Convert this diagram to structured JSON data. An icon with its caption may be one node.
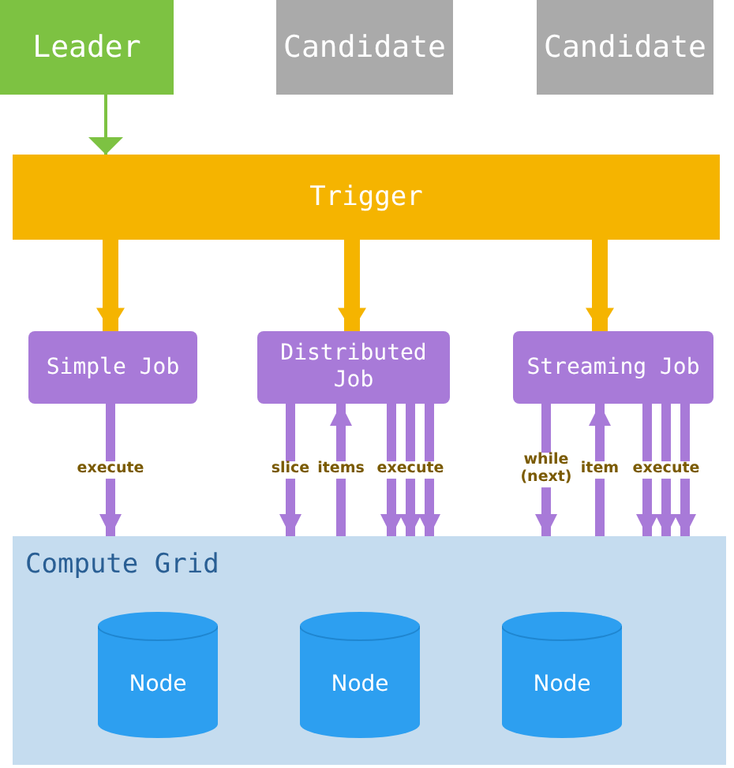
{
  "diagram": {
    "nodes": [
      {
        "text": [
          "Leader"
        ]
      },
      {
        "text": [
          "Candidate"
        ]
      },
      {
        "text": [
          "Candidate"
        ]
      },
      {
        "text": [
          "Trigger"
        ]
      },
      {
        "text": [
          "Simple Job"
        ]
      },
      {
        "text": [
          "Distributed Job"
        ]
      },
      {
        "text": [
          "Streaming Job"
        ]
      },
      {
        "text": [
          "Compute Grid"
        ]
      },
      {
        "text": [
          "Node"
        ],
        "in": 7
      },
      {
        "text": [
          "Node"
        ],
        "in": 7
      },
      {
        "text": [
          "Node"
        ],
        "in": 7
      }
    ],
    "edges": [
      {
        "from": 0,
        "to": 3,
        "arrow": "to",
        "color": "#7dc242"
      },
      {
        "from": 3,
        "to": 4,
        "arrow": "to",
        "color": "#f5b400"
      },
      {
        "from": 3,
        "to": 5,
        "arrow": "to",
        "color": "#f5b400"
      },
      {
        "from": 3,
        "to": 6,
        "arrow": "to",
        "color": "#f5b400"
      },
      {
        "from": 4,
        "to": 7,
        "arrow": "to",
        "label": "execute"
      },
      {
        "from": 5,
        "to": 7,
        "arrow": "to",
        "label": "slice"
      },
      {
        "from": 7,
        "to": 5,
        "arrow": "to",
        "label": "items"
      },
      {
        "from": 5,
        "to": 7,
        "arrow": "to"
      },
      {
        "from": 5,
        "to": 7,
        "arrow": "to",
        "label": "execute"
      },
      {
        "from": 5,
        "to": 7,
        "arrow": "to"
      },
      {
        "from": 6,
        "to": 7,
        "arrow": "to",
        "label": "while (next)"
      },
      {
        "from": 7,
        "to": 6,
        "arrow": "to",
        "label": "item"
      },
      {
        "from": 6,
        "to": 7,
        "arrow": "to"
      },
      {
        "from": 6,
        "to": 7,
        "arrow": "to",
        "label": "execute"
      },
      {
        "from": 6,
        "to": 7,
        "arrow": "to"
      }
    ]
  }
}
